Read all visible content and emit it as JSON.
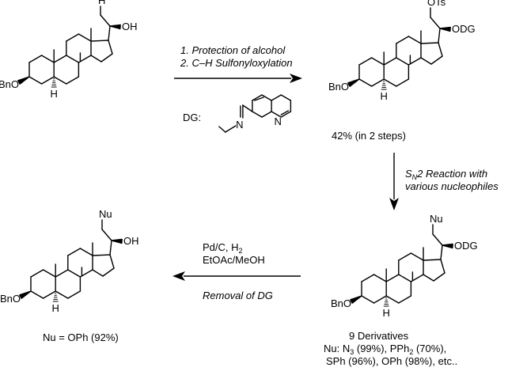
{
  "scheme": {
    "step1": {
      "line1": "1. Protection of alcohol",
      "line2": "2. C–H Sulfonyloxylation",
      "dg_label": "DG:"
    },
    "step1_yield": "42% (in 2 steps)",
    "step2": {
      "line1_pre": "S",
      "line1_sub": "N",
      "line1_post": "2 Reaction with",
      "line2": "various nucleophiles"
    },
    "step3": {
      "reagent1_pre": "Pd/C, H",
      "reagent1_sub": "2",
      "reagent2": "EtOAc/MeOH",
      "removal": "Removal of DG"
    },
    "derivatives": {
      "title": "9 Derivatives",
      "line2_pre": "Nu: N",
      "line2_sub1": "3",
      "line2_mid": " (99%), PPh",
      "line2_sub2": "2",
      "line2_post": " (70%),",
      "line3": "SPh (96%), OPh (98%), etc.."
    },
    "final_product": "Nu = OPh (92%)"
  },
  "atoms": {
    "H": "H",
    "OH": "OH",
    "OTs": "OTs",
    "ODG": "ODG",
    "BnO": "BnO",
    "Nu": "Nu",
    "N": "N"
  }
}
